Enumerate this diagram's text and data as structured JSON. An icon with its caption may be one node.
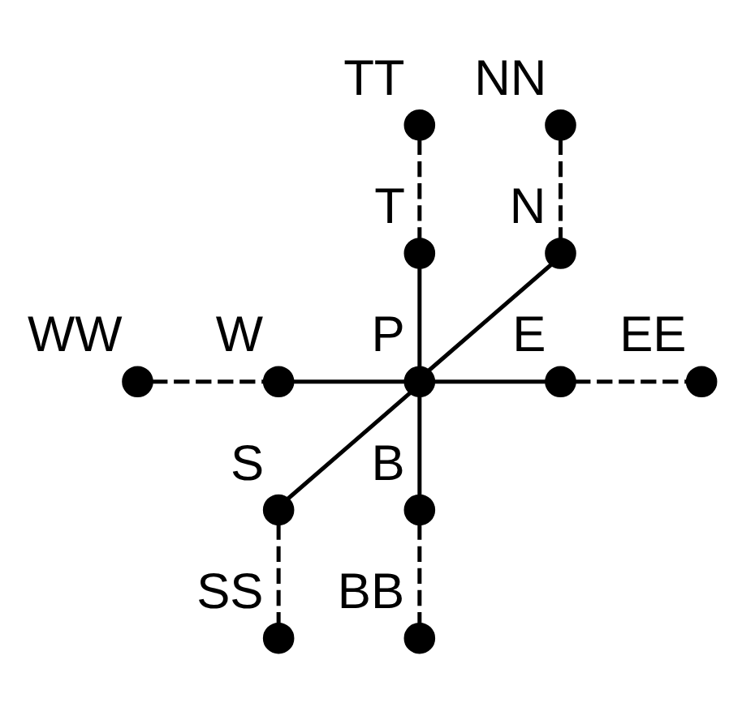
{
  "diagram": {
    "nodes": [
      {
        "text": [],
        "shape": "circle",
        "beside": [
          "TT"
        ]
      },
      {
        "text": [],
        "shape": "circle",
        "beside": [
          "NN"
        ]
      },
      {
        "text": [],
        "shape": "circle",
        "beside": [
          "T"
        ]
      },
      {
        "text": [],
        "shape": "circle",
        "beside": [
          "N"
        ]
      },
      {
        "text": [],
        "shape": "circle",
        "beside": [
          "WW"
        ]
      },
      {
        "text": [],
        "shape": "circle",
        "beside": [
          "W"
        ]
      },
      {
        "text": [],
        "shape": "circle",
        "beside": [
          "P"
        ]
      },
      {
        "text": [],
        "shape": "circle",
        "beside": [
          "E"
        ]
      },
      {
        "text": [],
        "shape": "circle",
        "beside": [
          "EE"
        ]
      },
      {
        "text": [],
        "shape": "circle",
        "beside": [
          "S"
        ]
      },
      {
        "text": [],
        "shape": "circle",
        "beside": [
          "B"
        ]
      },
      {
        "text": [],
        "shape": "circle",
        "beside": [
          "SS"
        ]
      },
      {
        "text": [],
        "shape": "circle",
        "beside": [
          "BB"
        ]
      }
    ],
    "edges": [
      {
        "from": 6,
        "to": 2,
        "arrow": "none"
      },
      {
        "from": 2,
        "to": 0,
        "arrow": "none",
        "style": "dashed"
      },
      {
        "from": 6,
        "to": 3,
        "arrow": "none"
      },
      {
        "from": 3,
        "to": 1,
        "arrow": "none",
        "style": "dashed"
      },
      {
        "from": 6,
        "to": 5,
        "arrow": "none"
      },
      {
        "from": 5,
        "to": 4,
        "arrow": "none",
        "style": "dashed"
      },
      {
        "from": 6,
        "to": 7,
        "arrow": "none"
      },
      {
        "from": 7,
        "to": 8,
        "arrow": "none",
        "style": "dashed"
      },
      {
        "from": 6,
        "to": 9,
        "arrow": "none"
      },
      {
        "from": 9,
        "to": 11,
        "arrow": "none",
        "style": "dashed"
      },
      {
        "from": 6,
        "to": 10,
        "arrow": "none"
      },
      {
        "from": 10,
        "to": 12,
        "arrow": "none",
        "style": "dashed"
      }
    ]
  }
}
